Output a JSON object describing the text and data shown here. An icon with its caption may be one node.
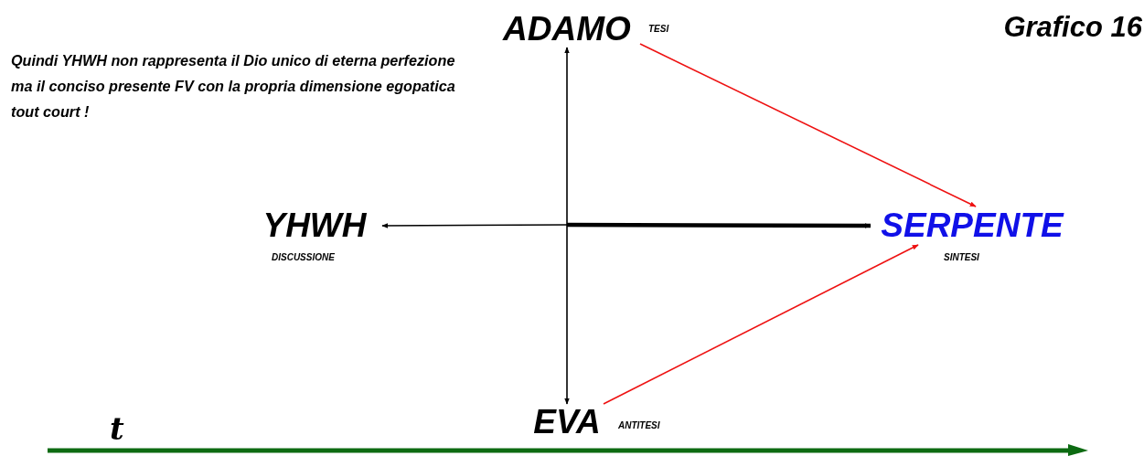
{
  "diagram": {
    "title": "Grafico 16",
    "nodes": [
      {
        "text": [
          "ADAMO"
        ],
        "beside": [
          "TESI"
        ]
      },
      {
        "text": [
          "YHWH"
        ],
        "beside": [
          "DISCUSSIONE"
        ]
      },
      {
        "text": [
          "SERPENTE"
        ],
        "beside": [
          "SINTESI"
        ]
      },
      {
        "text": [
          "EVA"
        ],
        "beside": [
          "ANTITESI"
        ]
      }
    ],
    "edges": [
      {
        "from": 0,
        "to": 3,
        "arrow": "both"
      },
      {
        "from": null,
        "to": 1,
        "arrow": "to"
      },
      {
        "from": null,
        "to": 2,
        "arrow": "to",
        "style": "thick"
      },
      {
        "from": 0,
        "to": 2,
        "arrow": "to",
        "color": "#ee1111"
      },
      {
        "from": 3,
        "to": 2,
        "arrow": "to",
        "color": "#ee1111"
      }
    ],
    "labels": [
      "Quindi YHWH non rappresenta il Dio unico di eterna perfezione ma il conciso presente FV con la propria dimensione egopatica tout court !",
      "t"
    ]
  }
}
